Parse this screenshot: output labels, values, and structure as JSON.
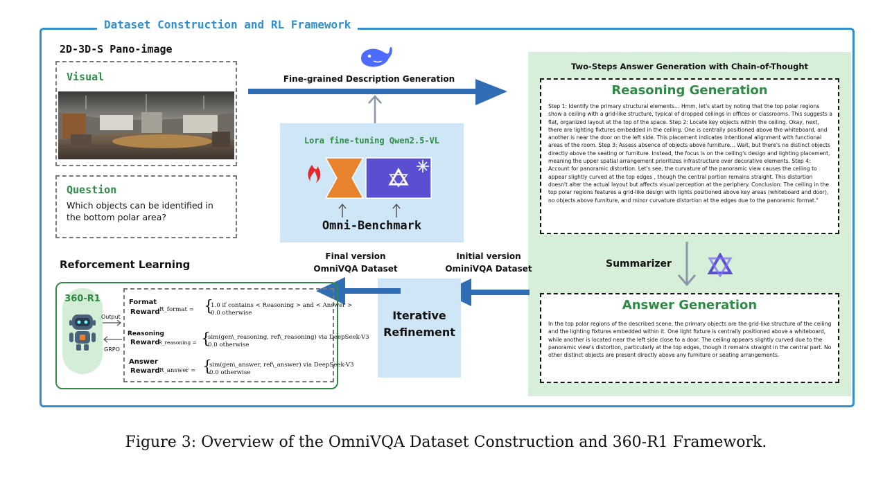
{
  "frame_title": "Dataset Construction and RL Framework",
  "pano": {
    "title": "2D-3D-S Pano-image",
    "visual_label": "Visual",
    "question_label": "Question",
    "question_text": "Which objects can be identified in the bottom polar area?"
  },
  "top_arrow_label": "Fine-grained Description Generation",
  "lora": {
    "title": "Lora fine-tuning Qwen2.5-VL",
    "benchmark_label": "Omni-Benchmark"
  },
  "cot": {
    "title": "Two-Steps Answer Generation with Chain-of-Thought",
    "reasoning_title": "Reasoning Generation",
    "reasoning_text": "Step 1: Identify the primary structural elements… Hmm, let's start by noting that the top polar regions show a ceiling with a grid-like structure, typical of dropped ceilings in offices or classrooms. This suggests a flat, organized layout at the top of the space. Step 2: Locate key objects within the ceiling. Okay, next, there are lighting fixtures embedded in the ceiling. One is centrally positioned above the whiteboard, and another is near the door on the left side. This placement indicates intentional alignment with functional areas of the room. Step 3: Assess absence of objects above furniture… Wait, but there's no distinct objects directly above the seating or furniture. Instead, the focus is on the ceiling's design and lighting placement, meaning the upper spatial arrangement prioritizes infrastructure over decorative elements. Step 4: Account for panoramic distortion. Let's see, the curvature of the panoramic view causes the ceiling to appear slightly curved at the top edges , though the central portion remains straight. This distortion doesn't alter the actual layout but affects visual perception at the periphery. Conclusion: The ceiling in the top polar regions features a grid-like design with lights positioned above key areas (whiteboard and door), no objects above furniture, and minor curvature distortion at the edges due to the panoramic format.\"",
    "summarizer_label": "Summarizer",
    "answer_title": "Answer Generation",
    "answer_text": "In the top polar regions of the described scene, the primary objects are the grid-like structure of the ceiling and the lighting fixtures embedded within it. One light fixture is centrally positioned above a whiteboard, while another is located near the left side close to a door. The ceiling appears slightly curved due to the panoramic view's distortion, particularly at the top edges, though it remains straight in the central part. No other distinct objects are present directly above any furniture or seating arrangements."
  },
  "initial_version_label": "Initial version",
  "initial_dataset_label": "OminiVQA Dataset",
  "final_version_label": "Final version",
  "final_dataset_label": "OmniVQA Dataset",
  "iterative_label_1": "Iterative",
  "iterative_label_2": "Refinement",
  "rl": {
    "title": "Reforcement Learning",
    "model_label": "360-R1",
    "output_label": "Output",
    "grpo_label": "GRPO",
    "format_reward_1": "Format",
    "format_reward_2": "Reward",
    "format_formula_lhs": "R_format =",
    "format_case1": "1.0    if contains  < Reasoning >  and  < Answer >",
    "format_case2": "0.0    otherwise",
    "reasoning_reward_1": "Reasoning",
    "reasoning_reward_2": "Reward",
    "reasoning_formula_lhs": "R_reasoning =",
    "reasoning_case1": "sim(gen\\_reasoning, ref\\_reasoning)     via DeepSeek-V3",
    "reasoning_case2": "0.0                                                                otherwise",
    "answer_reward_1": "Answer",
    "answer_reward_2": "Reward",
    "answer_formula_lhs": "R_answer =",
    "answer_case1": "sim(gen\\_answer, ref\\_answer)    via DeepSeek-V3",
    "answer_case2": "0.0                                                     otherwise"
  },
  "caption": "Figure 3: Overview of the OmniVQA Dataset Construction and 360-R1 Framework.",
  "colors": {
    "frame_blue": "#2f8fd0",
    "arrow_blue": "#2f6db5",
    "green": "#2e8b46",
    "light_blue_box": "#cfe6f7",
    "light_green_box": "#d7efd9",
    "orange": "#e8822c",
    "qwen_purple": "#5b4fd1"
  }
}
